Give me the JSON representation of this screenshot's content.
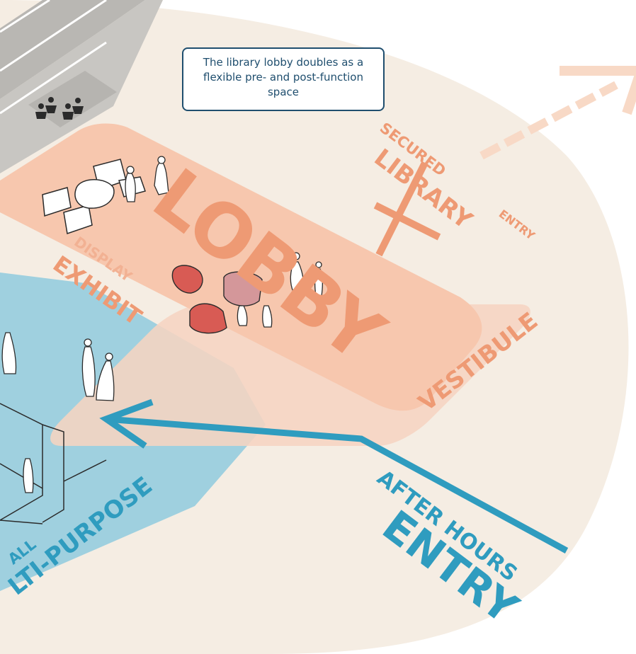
{
  "callout": {
    "text": "The library lobby doubles as a flexible pre- and post-function space"
  },
  "zones": {
    "lobby": "LOBBY",
    "secured": "SECURED",
    "library": "LIBRARY",
    "entry_small": "ENTRY",
    "display": "DISPLAY",
    "exhibit": "EXHIBIT",
    "vestibule": "VESTIBULE",
    "hall_fragment": "ALL",
    "multi_purpose_fragment": "LTI-PURPOSE",
    "after_hours": "AFTER HOURS",
    "entry_large": "ENTRY"
  },
  "colors": {
    "ground": "#f5ede3",
    "lobby_zone": "#f7c7ae",
    "vestibule_zone": "#f6d4c2",
    "multipurpose_zone": "#9fd0df",
    "lobby_text": "#ee9a74",
    "circulation_arrow": "#2f9cbf",
    "library_arrow": "#f8d9c6",
    "callout_border": "#1f4e6e"
  }
}
